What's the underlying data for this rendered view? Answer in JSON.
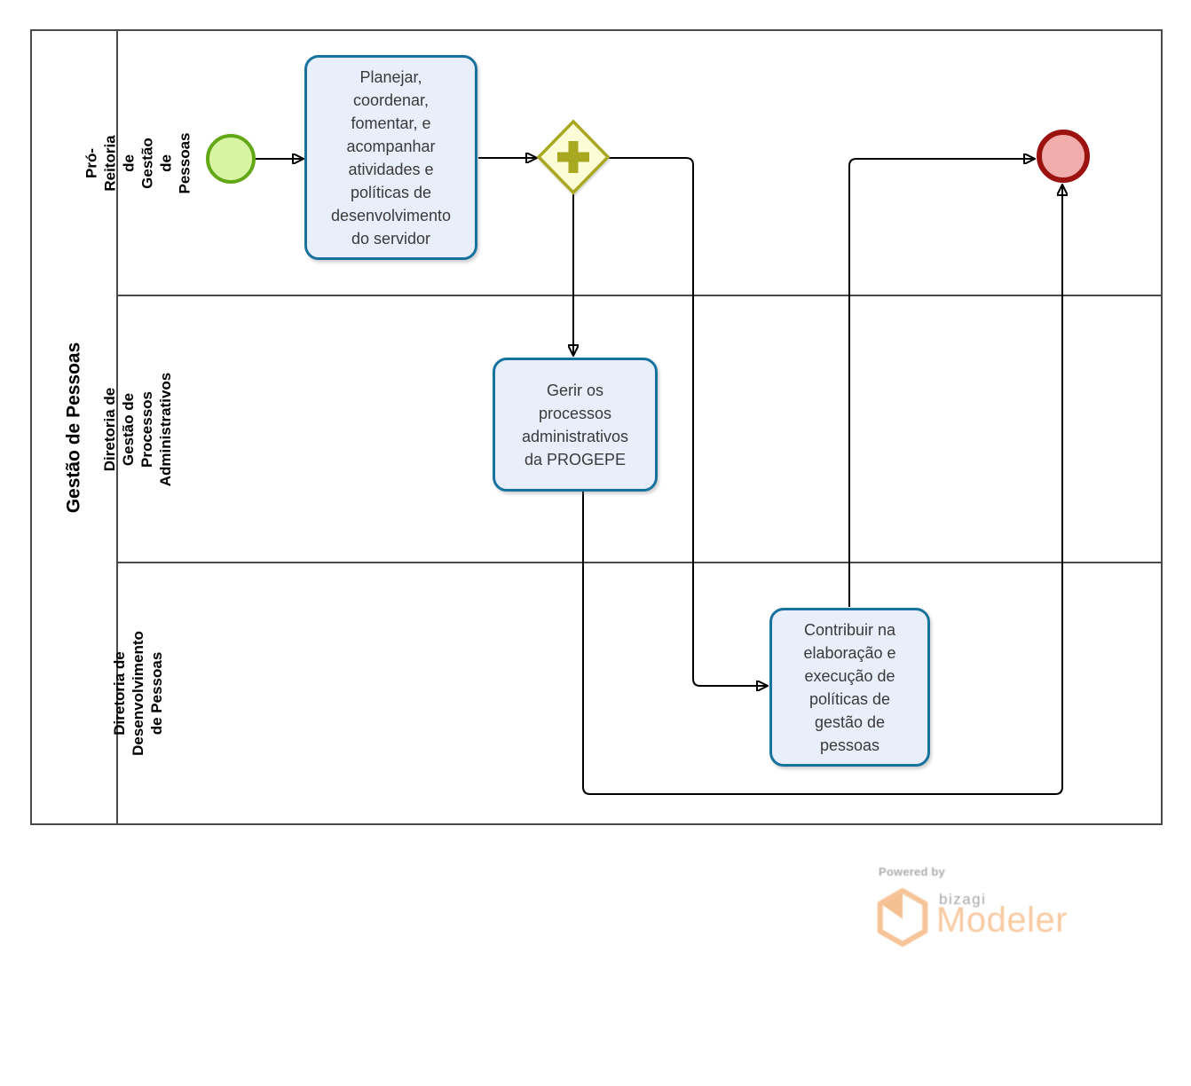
{
  "diagram": {
    "type": "bpmn-process",
    "tool": "Bizagi Modeler"
  },
  "pool": {
    "label": "Gestão de Pessoas"
  },
  "lanes": [
    {
      "label": "Pró-Reitoria de Gestão de Pessoas"
    },
    {
      "label": "Diretoria de Gestão de Processos Administrativos"
    },
    {
      "label": "Diretoria de Desenvolvimento de Pessoas"
    }
  ],
  "nodes": {
    "start_event": {
      "type": "start-event"
    },
    "task_planejar": {
      "label": "Planejar, coordenar, fomentar, e acompanhar atividades e políticas de desenvolvimento do servidor",
      "lane": 0
    },
    "gateway_parallel": {
      "type": "parallel-gateway",
      "icon": "plus-icon",
      "lane": 0
    },
    "task_gerir": {
      "label": "Gerir os processos administrativos da PROGEPE",
      "lane": 1
    },
    "task_contribuir": {
      "label": "Contribuir na elaboração e execução de políticas de gestão de pessoas",
      "lane": 2
    },
    "end_event": {
      "type": "end-event",
      "lane": 0
    }
  },
  "flows": [
    {
      "from": "start-event",
      "to": "task-planejar"
    },
    {
      "from": "task-planejar",
      "to": "parallel-gateway"
    },
    {
      "from": "parallel-gateway",
      "to": "task-gerir"
    },
    {
      "from": "parallel-gateway",
      "to": "task-contribuir"
    },
    {
      "from": "task-gerir",
      "to": "end-event"
    },
    {
      "from": "task-contribuir",
      "to": "end-event"
    }
  ],
  "branding": {
    "powered_by": "Powered by",
    "brand": "bizagi",
    "product": "Modeler"
  },
  "colors": {
    "frame": "#4a4a4a",
    "task_fill": "#e9eefb",
    "task_border": "#17729e",
    "start_fill": "#d7f4a2",
    "start_border": "#62a816",
    "end_fill": "#f1adab",
    "end_border": "#9c1210",
    "gateway_fill": "#fcfcd7",
    "gateway_border": "#a9a821",
    "flow": "#000000",
    "brand_orange": "#f8c79c",
    "brand_gray": "#9fa1a4"
  }
}
